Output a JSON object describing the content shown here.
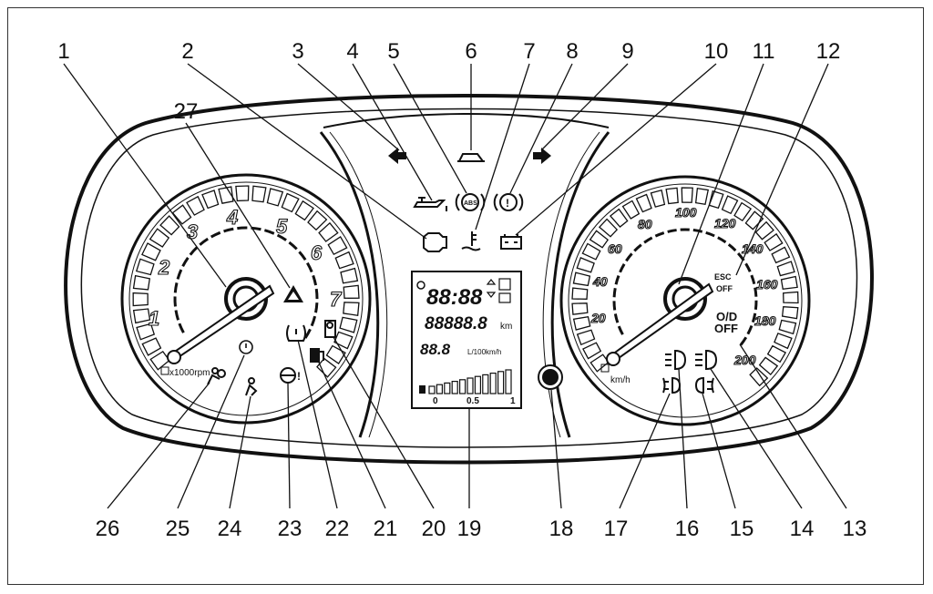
{
  "callouts": [
    "1",
    "2",
    "3",
    "4",
    "5",
    "6",
    "7",
    "8",
    "9",
    "10",
    "11",
    "12",
    "13",
    "14",
    "15",
    "16",
    "17",
    "18",
    "19",
    "20",
    "21",
    "22",
    "23",
    "24",
    "25",
    "26",
    "27"
  ],
  "tachometer": {
    "ticks": [
      "1",
      "2",
      "3",
      "4",
      "5",
      "6",
      "7"
    ],
    "unit": "x1000rpm"
  },
  "speedometer": {
    "ticks": [
      "20",
      "40",
      "60",
      "80",
      "100",
      "120",
      "140",
      "160",
      "180",
      "200"
    ],
    "unit": "km/h"
  },
  "indicators": {
    "abs": "ABS",
    "esc_off": "ESC\nOFF",
    "od_off_line1": "O/D",
    "od_off_line2": "OFF"
  },
  "display": {
    "clock": "88:88",
    "odometer": "88888.8",
    "odometer_unit": "km",
    "consumption": "88.8",
    "consumption_unit": "L/100km/h",
    "scale_min": "0",
    "scale_mid": "0.5",
    "scale_max": "1"
  },
  "colors": {
    "ink": "#111111",
    "background": "#ffffff"
  }
}
